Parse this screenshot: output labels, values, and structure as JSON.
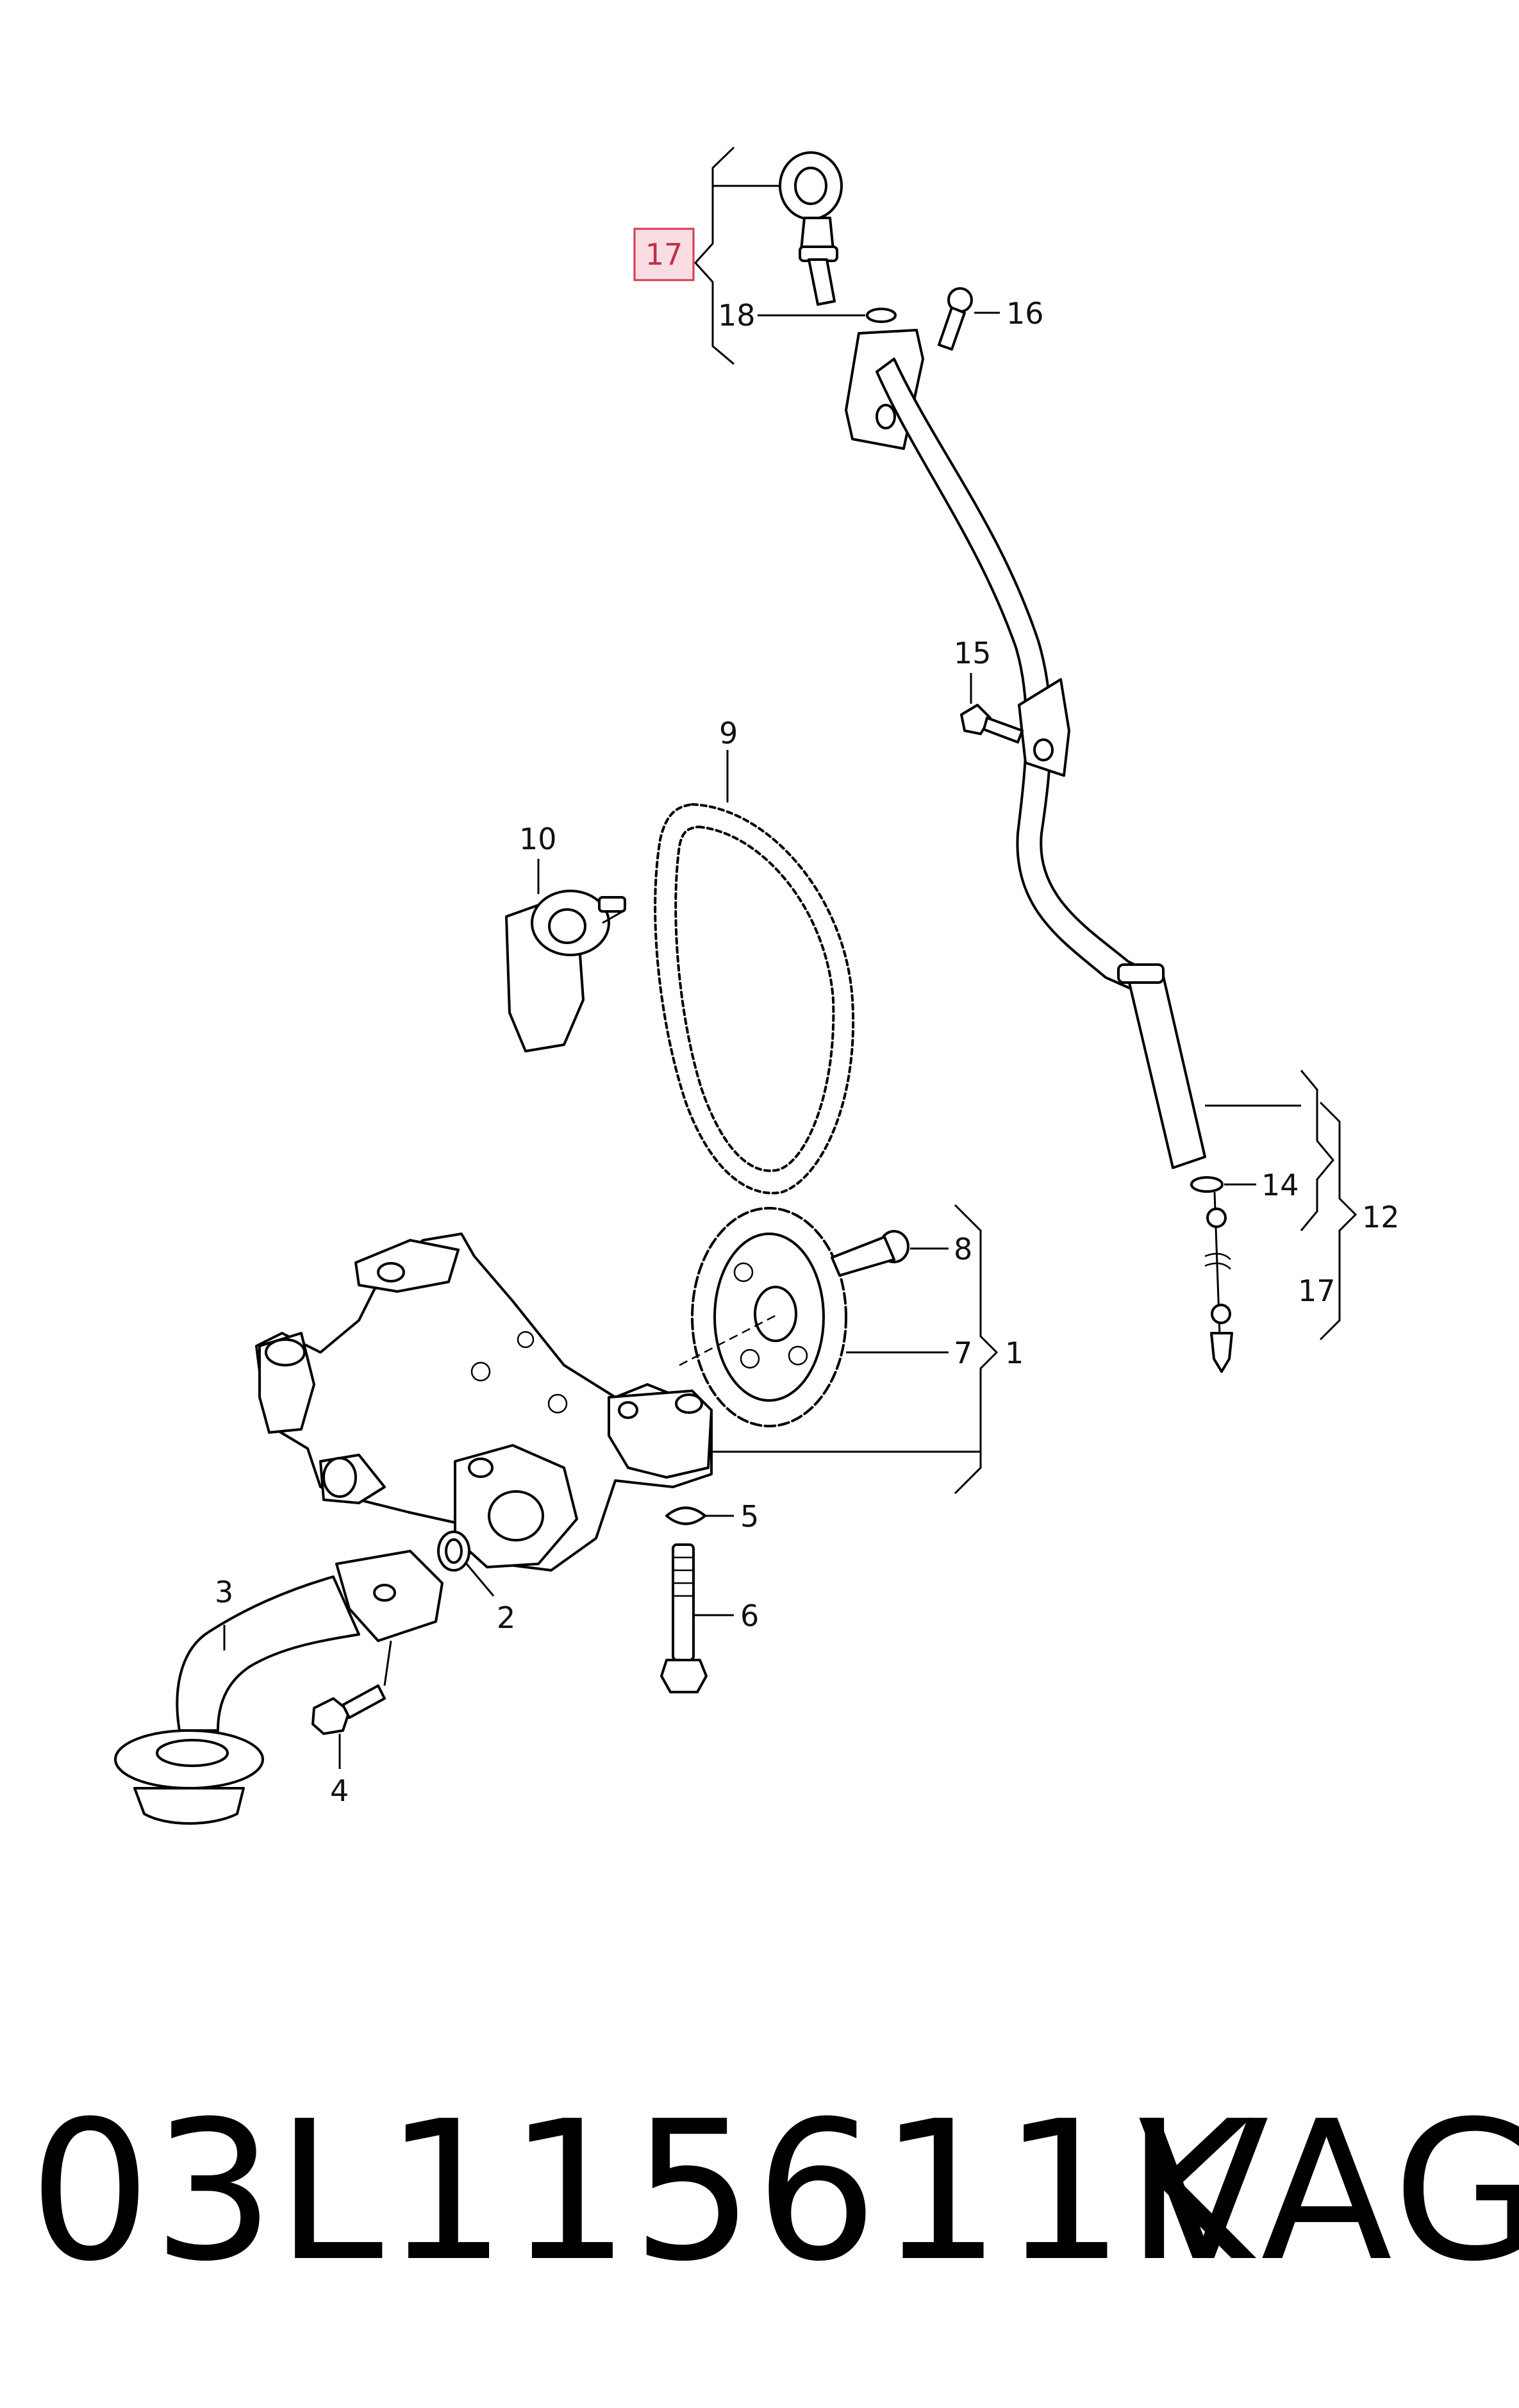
{
  "callouts": {
    "c1": "1",
    "c2": "2",
    "c3": "3",
    "c4": "4",
    "c5": "5",
    "c6": "6",
    "c7": "7",
    "c8": "8",
    "c9": "9",
    "c10": "10",
    "c12": "12",
    "c14": "14",
    "c15": "15",
    "c16": "16",
    "c17_top": "17",
    "c17_right": "17",
    "c18": "18"
  },
  "highlight_color": "#d23a55",
  "footer": {
    "part_number": "03L115611K",
    "brand": "VAG"
  }
}
